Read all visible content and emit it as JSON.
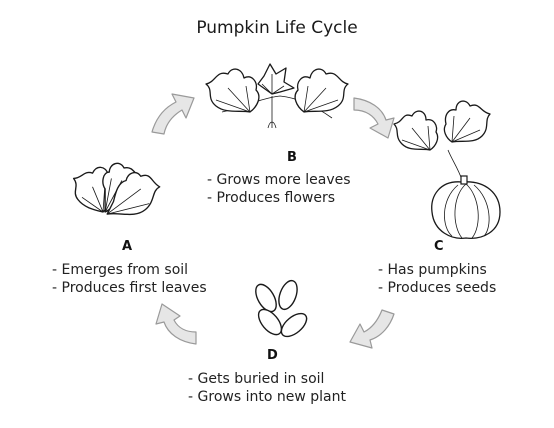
{
  "title": "Pumpkin Life Cycle",
  "stages": {
    "A": {
      "letter": "A",
      "lines": [
        "Emerges from soil",
        "Produces first leaves"
      ]
    },
    "B": {
      "letter": "B",
      "lines": [
        "Grows more leaves",
        "Produces flowers"
      ]
    },
    "C": {
      "letter": "C",
      "lines": [
        "Has pumpkins",
        "Produces seeds"
      ]
    },
    "D": {
      "letter": "D",
      "lines": [
        "Gets buried in soil",
        "Grows into new plant"
      ]
    }
  },
  "arrow_color": "#e6e6e6",
  "arrow_stroke": "#9a9a9a"
}
